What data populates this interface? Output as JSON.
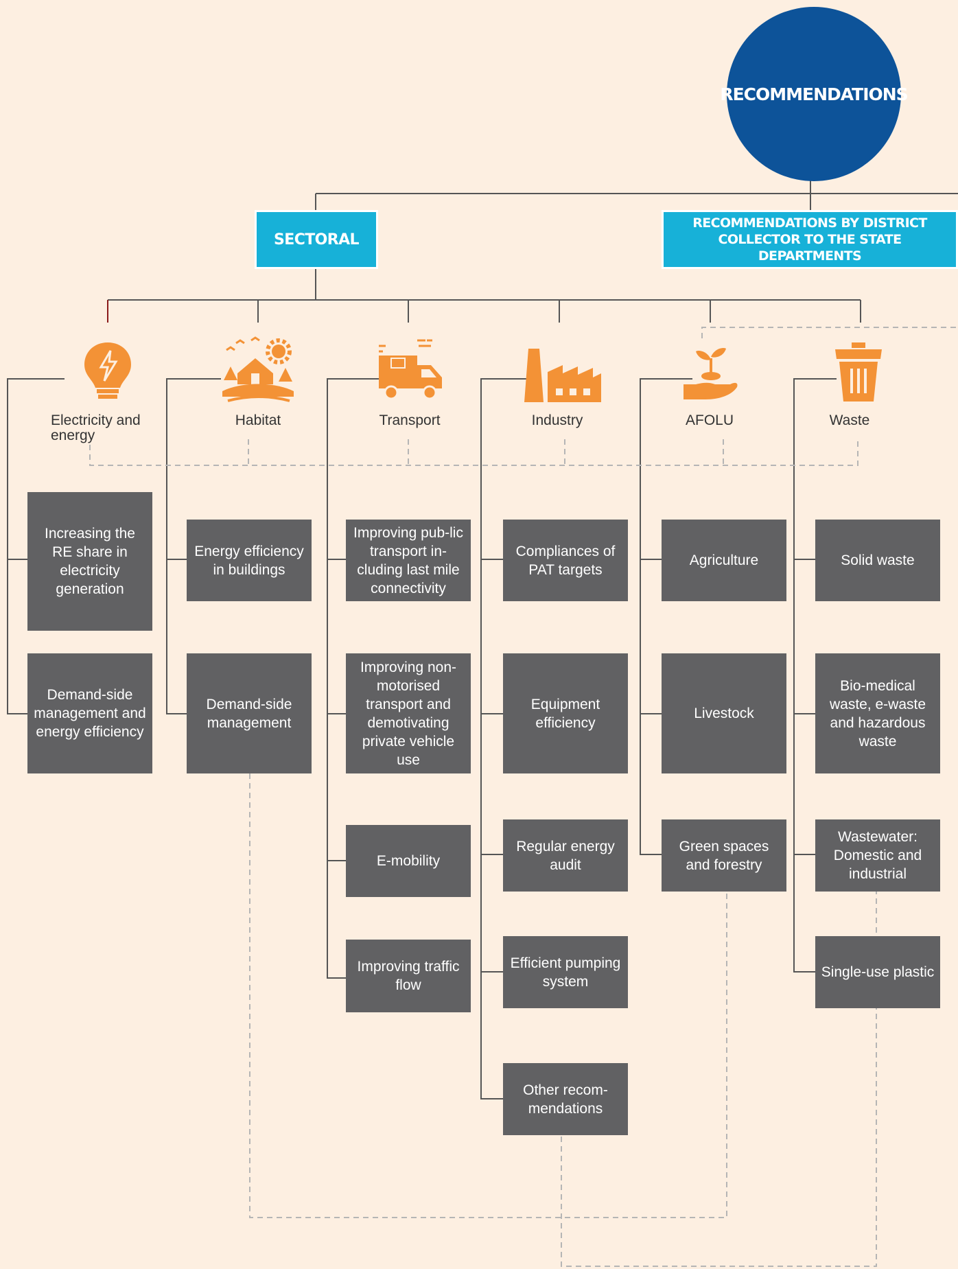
{
  "root": {
    "title": "RECOMMENDATIONS"
  },
  "branches": {
    "sectoral": "SECTORAL",
    "collector": "RECOMMENDATIONS BY DISTRICT COLLECTOR TO THE STATE DEPARTMENTS"
  },
  "sectors": [
    {
      "name": "Electricity and energy",
      "icon": "lightbulb-bolt-icon",
      "items": [
        "Increasing the RE share in electricity generation",
        "Demand-side management and energy efficiency"
      ]
    },
    {
      "name": "Habitat",
      "icon": "house-trees-icon",
      "items": [
        "Energy efficiency in buildings",
        "Demand-side management"
      ]
    },
    {
      "name": "Transport",
      "icon": "delivery-truck-icon",
      "items": [
        "Improving pub-lic transport in-cluding last mile connectivity",
        "Improving non-motorised transport and demotivating private vehicle use",
        "E-mobility",
        "Improving traffic flow"
      ]
    },
    {
      "name": "Industry",
      "icon": "factory-icon",
      "items": [
        "Compliances of PAT targets",
        "Equipment efficiency",
        "Regular energy audit",
        "Efficient pumping system",
        "Other recom-mendations"
      ]
    },
    {
      "name": "AFOLU",
      "icon": "hand-plant-icon",
      "items": [
        "Agriculture",
        "Livestock",
        "Green spaces and forestry"
      ]
    },
    {
      "name": "Waste",
      "icon": "trash-bin-icon",
      "items": [
        "Solid waste",
        "Bio-medical waste, e-waste and hazardous waste",
        "Wastewater: Domestic and industrial",
        "Single-use plastic"
      ]
    }
  ],
  "colors": {
    "navy": "#0d5399",
    "cyan": "#17b1d8",
    "orange": "#f39236",
    "box": "#616163",
    "background": "#fdefe1"
  }
}
